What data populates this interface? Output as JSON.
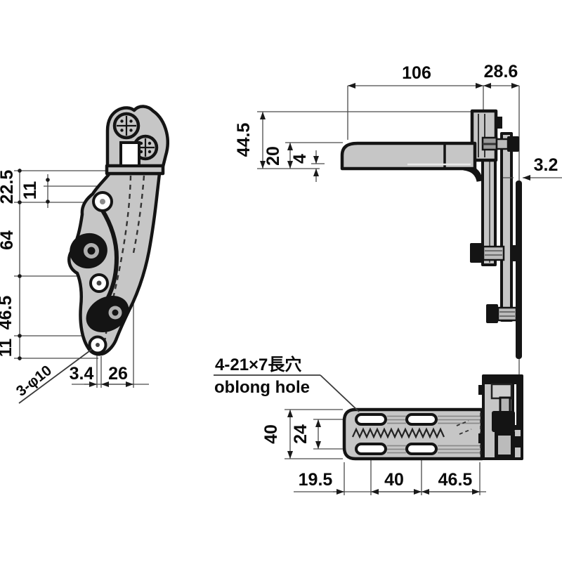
{
  "dims": {
    "front": {
      "h1": "22.5",
      "h2": "11",
      "h3": "64",
      "h4": "46.5",
      "h5": "11",
      "w1": "3.4",
      "w2": "26",
      "hole_note": "3-φ10"
    },
    "side": {
      "w1": "106",
      "w2": "28.6",
      "h1": "44.5",
      "h2": "20",
      "h3": "4",
      "t1": "3.2"
    },
    "bottom": {
      "h1": "40",
      "h2": "24",
      "w1": "19.5",
      "w2": "40",
      "w3": "46.5"
    }
  },
  "notes": {
    "oblong_jp": "4-21×7長穴",
    "oblong_en": "oblong hole"
  },
  "colors": {
    "part_fill": "#c6c6c6",
    "outline": "#141414",
    "dim_line": "#4a4a4a",
    "background": "#ffffff"
  }
}
